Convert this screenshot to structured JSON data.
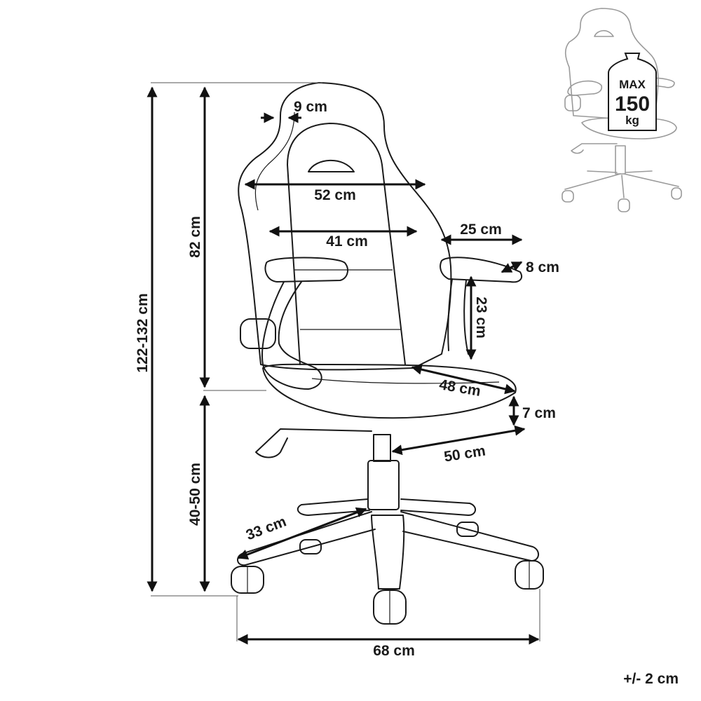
{
  "dimensions": {
    "total_height": "122-132 cm",
    "backrest_height": "82 cm",
    "seat_height": "40-50 cm",
    "headrest_thickness": "9 cm",
    "backrest_width": "52 cm",
    "inner_back_width": "41 cm",
    "armrest_length": "25 cm",
    "armrest_width": "8 cm",
    "armrest_height": "23 cm",
    "seat_depth": "48 cm",
    "seat_thickness": "7 cm",
    "seat_width": "50 cm",
    "caster_leg": "33 cm",
    "base_width": "68 cm"
  },
  "tolerance": "+/- 2 cm",
  "max_load": {
    "label": "MAX",
    "value": "150",
    "unit": "kg"
  }
}
